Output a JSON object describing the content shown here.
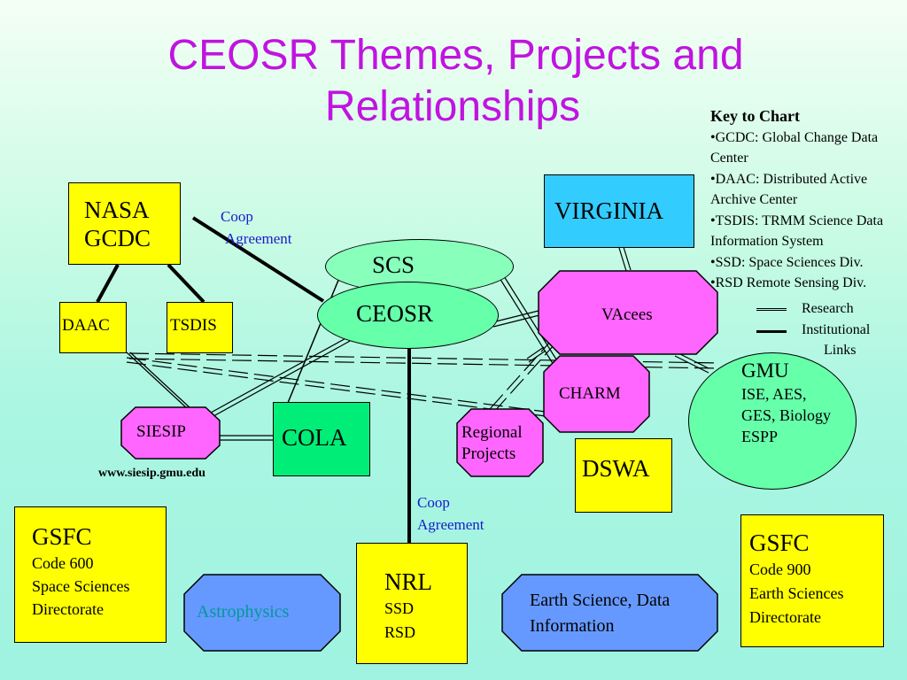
{
  "title": {
    "line1": "CEOSR Themes,  Projects  and",
    "line2": "Relationships"
  },
  "key": {
    "heading": "Key to Chart",
    "items": [
      "•GCDC: Global Change Data Center",
      "•DAAC: Distributed Active Archive Center",
      "•TSDIS: TRMM Science Data Information System",
      "•SSD: Space Sciences Div.",
      "•RSD Remote Sensing Div."
    ],
    "research_label": "Research",
    "institutional_label": "Institutional",
    "links_label": "Links"
  },
  "nodes": {
    "nasa": {
      "line1": "NASA",
      "line2": "GCDC"
    },
    "daac": "DAAC",
    "tsdis": "TSDIS",
    "virginia": "VIRGINIA",
    "scs": "SCS",
    "ceosr": "CEOSR",
    "vacees": "VAcees",
    "charm": "CHARM",
    "gmu": {
      "title": "GMU",
      "line1": "ISE, AES,",
      "line2": "GES, Biology",
      "line3": "ESPP"
    },
    "siesip": "SIESIP",
    "cola": "COLA",
    "regional": {
      "line1": "Regional",
      "line2": "Projects"
    },
    "dswa": "DSWA",
    "gsfc600": {
      "title": "GSFC",
      "line1": "Code 600",
      "line2": "Space Sciences",
      "line3": "Directorate"
    },
    "gsfc900": {
      "title": "GSFC",
      "line1": "Code 900",
      "line2": "Earth Sciences",
      "line3": "Directorate"
    },
    "nrl": {
      "title": "NRL",
      "line1": "SSD",
      "line2": "RSD"
    },
    "astro": "Astrophysics",
    "earth": {
      "line1": "Earth Science, Data",
      "line2": "Information"
    }
  },
  "labels": {
    "coop_top": {
      "line1": "Coop",
      "line2": "Agreement"
    },
    "coop_bottom": {
      "line1": "Coop",
      "line2": "Agreement"
    },
    "siesip_url": "www.siesip.gmu.edu"
  },
  "colors": {
    "title": "#c014e0",
    "yellow": "#ffff00",
    "cyan": "#33ccff",
    "magenta": "#ff66ff",
    "blue_octagon": "#6699ff",
    "green": "#00ee77",
    "ellipse": "#66ffaa",
    "coop_label": "#1a1acc"
  }
}
